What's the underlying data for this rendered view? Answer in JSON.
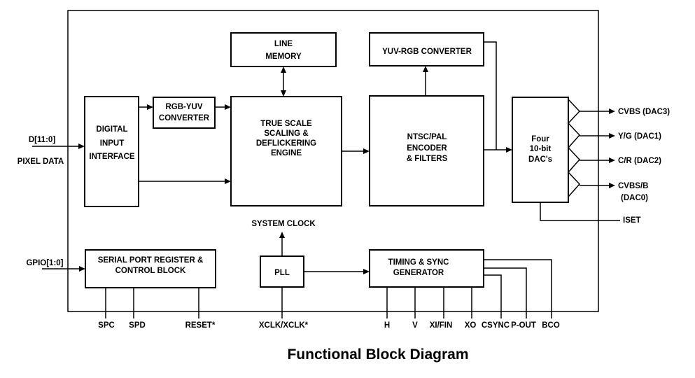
{
  "diagram": {
    "caption": "Functional Block Diagram",
    "blocks": {
      "line_memory": [
        "LINE",
        "MEMORY"
      ],
      "yuv_rgb": "YUV-RGB CONVERTER",
      "digital_input": [
        "DIGITAL",
        "INPUT",
        "INTERFACE"
      ],
      "rgb_yuv": [
        "RGB-YUV",
        "CONVERTER"
      ],
      "scaling": [
        "TRUE SCALE",
        "SCALING &",
        "DEFLICKERING",
        "ENGINE"
      ],
      "encoder": [
        "NTSC/PAL",
        "ENCODER",
        "& FILTERS"
      ],
      "dacs": [
        "Four",
        "10-bit",
        "DAC's"
      ],
      "serial": [
        "SERIAL PORT REGISTER &",
        "CONTROL BLOCK"
      ],
      "pll": "PLL",
      "timing": [
        "TIMING & SYNC",
        "GENERATOR"
      ]
    },
    "labels": {
      "system_clock": "SYSTEM CLOCK",
      "d_in": "D[11:0]",
      "pixel_data": "PIXEL DATA",
      "gpio": "GPIO[1:0]",
      "iset": "ISET"
    },
    "dac_outputs": [
      "CVBS (DAC3)",
      "Y/G (DAC1)",
      "C/R (DAC2)",
      "CVBS/B",
      "(DAC0)"
    ],
    "serial_pins": [
      "SPC",
      "SPD",
      "RESET*"
    ],
    "clock_pin": "XCLK/XCLK*",
    "timing_pins": [
      "H",
      "V",
      "XI/FIN",
      "XO",
      "CSYNC",
      "P-OUT",
      "BCO"
    ]
  }
}
